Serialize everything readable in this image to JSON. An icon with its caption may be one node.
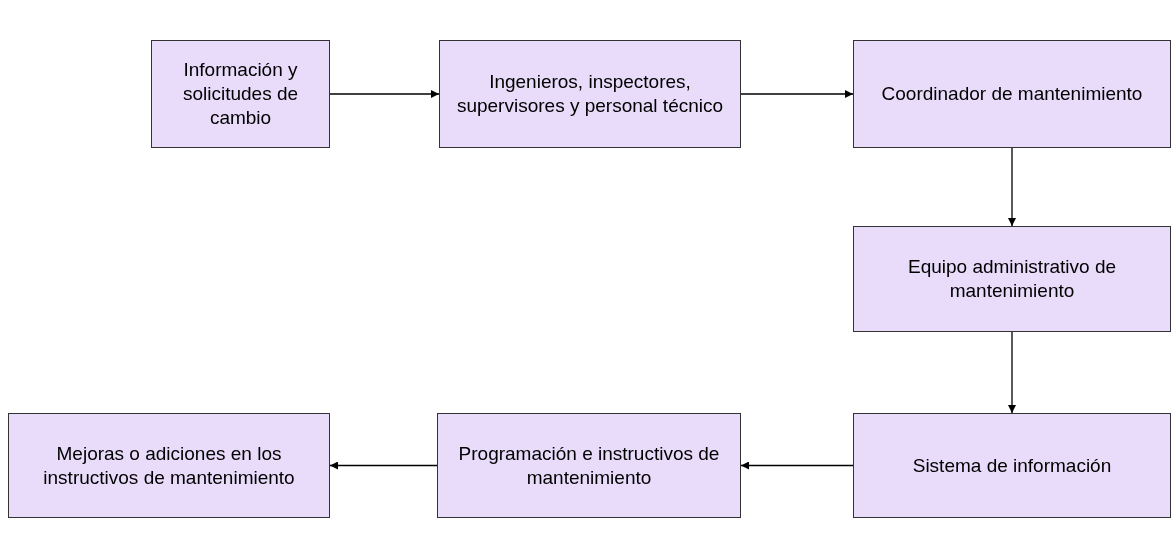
{
  "diagram": {
    "nodes": [
      {
        "text": [
          "Información y solicitudes de cambio"
        ]
      },
      {
        "text": [
          "Ingenieros, inspectores, supervisores y personal técnico"
        ]
      },
      {
        "text": [
          "Coordinador de mantenimiento"
        ]
      },
      {
        "text": [
          "Equipo administrativo de mantenimiento"
        ]
      },
      {
        "text": [
          "Sistema de información"
        ]
      },
      {
        "text": [
          "Programación e instructivos de mantenimiento"
        ]
      },
      {
        "text": [
          "Mejoras o adiciones en los instructivos de mantenimiento"
        ]
      }
    ],
    "edges": [
      {
        "from": 0,
        "to": 1,
        "arrow": "to"
      },
      {
        "from": 1,
        "to": 2,
        "arrow": "to"
      },
      {
        "from": 2,
        "to": 3,
        "arrow": "to"
      },
      {
        "from": 3,
        "to": 4,
        "arrow": "to"
      },
      {
        "from": 4,
        "to": 5,
        "arrow": "to"
      },
      {
        "from": 5,
        "to": 6,
        "arrow": "to"
      }
    ]
  }
}
